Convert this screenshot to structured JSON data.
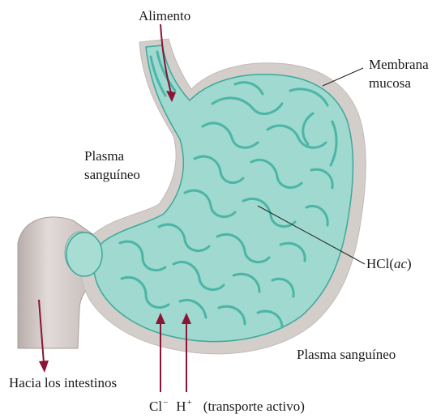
{
  "labels": {
    "food": "Alimento",
    "mucosa_line1": "Membrana",
    "mucosa_line2": "mucosa",
    "plasma_left_line1": "Plasma",
    "plasma_left_line2": "sanguíneo",
    "hcl_main": "HCl(",
    "hcl_state": "ac",
    "hcl_close": ")",
    "plasma_right": "Plasma sanguíneo",
    "intestines": "Hacia los intestinos",
    "chloride": "Cl",
    "chloride_charge": "−",
    "proton": "H",
    "proton_charge": "+",
    "transport": "(transporte activo)"
  },
  "colors": {
    "membrane": "#d4cecb",
    "stomach_fill": "#9fd9cf",
    "stomach_stroke": "#3ea89a",
    "fold_stroke": "#4bb5a6",
    "intestine": "#cfc6c4",
    "arrow": "#8a1535",
    "leader": "#222222"
  }
}
